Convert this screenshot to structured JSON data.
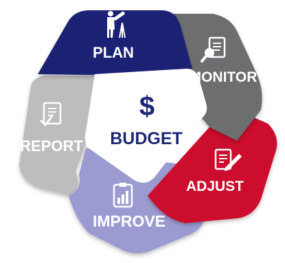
{
  "center": {
    "symbol": "$",
    "label": "BUDGET"
  },
  "segments": [
    {
      "key": "plan",
      "label": "PLAN",
      "icon": "telescope-person-icon",
      "color": "#1a2173"
    },
    {
      "key": "monitor",
      "label": "MONITOR",
      "icon": "document-magnifier-icon",
      "color": "#6d6e70"
    },
    {
      "key": "adjust",
      "label": "ADJUST",
      "icon": "document-pen-icon",
      "color": "#cc0a2f"
    },
    {
      "key": "improve",
      "label": "IMPROVE",
      "icon": "clipboard-chart-icon",
      "color": "#9c9bd1"
    },
    {
      "key": "report",
      "label": "REPORT",
      "icon": "document-check-icon",
      "color": "#bdbdbd"
    }
  ],
  "colors": {
    "center_fill": "#ffffff",
    "center_text": "#1e2676"
  }
}
